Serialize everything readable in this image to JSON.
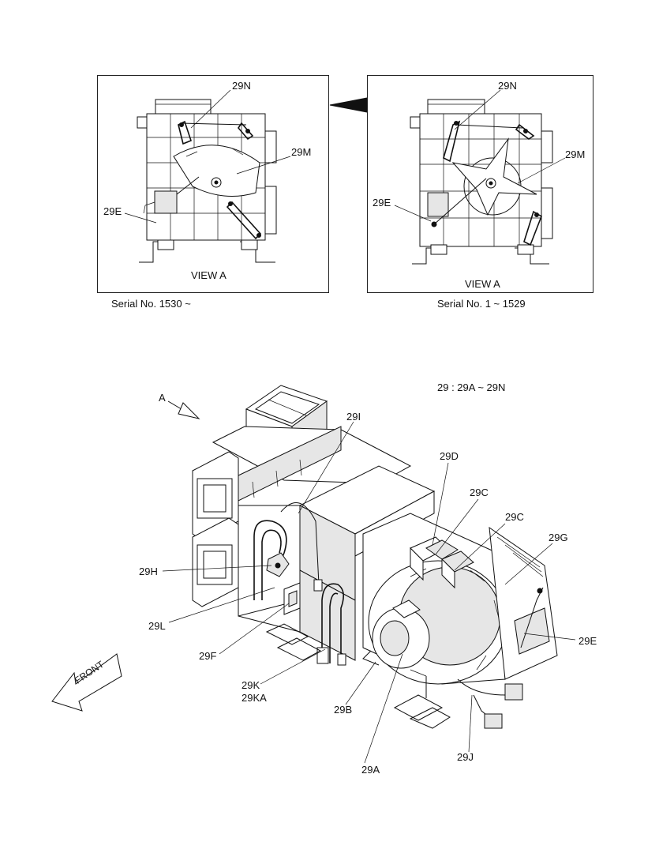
{
  "top_left_panel": {
    "view_label": "VIEW  A",
    "serial": "Serial No. 1530 ~",
    "callouts": [
      "29N",
      "29M",
      "29E"
    ]
  },
  "top_right_panel": {
    "view_label": "VIEW  A",
    "serial": "Serial No. 1 ~ 1529",
    "callouts": [
      "29N",
      "29M",
      "29E"
    ]
  },
  "assembly": {
    "range_note": "29 : 29A ~ 29N",
    "view_arrow_label": "A",
    "front_label": "FRONT",
    "callouts": {
      "i": "29I",
      "d": "29D",
      "c1": "29C",
      "c2": "29C",
      "g": "29G",
      "h": "29H",
      "l": "29L",
      "f": "29F",
      "k": "29K",
      "ka": "29KA",
      "e": "29E",
      "b": "29B",
      "a": "29A",
      "j": "29J"
    }
  },
  "colors": {
    "line": "#111111",
    "background": "#ffffff",
    "shade": "#e6e6e6",
    "dark_shade": "#bdbdbd"
  },
  "icons": [
    "view-direction-arrow",
    "front-arrow"
  ]
}
